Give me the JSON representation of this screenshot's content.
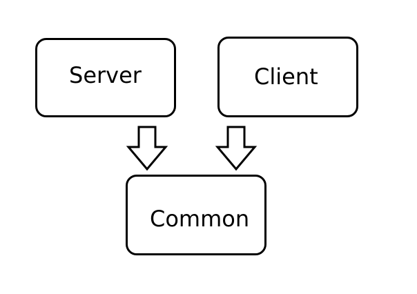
{
  "nodes": {
    "server": {
      "label": "Server"
    },
    "client": {
      "label": "Client"
    },
    "common": {
      "label": "Common"
    }
  },
  "edges": [
    {
      "from": "Server",
      "to": "Common"
    },
    {
      "from": "Client",
      "to": "Common"
    }
  ],
  "colors": {
    "stroke": "#000000",
    "fill": "#ffffff"
  }
}
